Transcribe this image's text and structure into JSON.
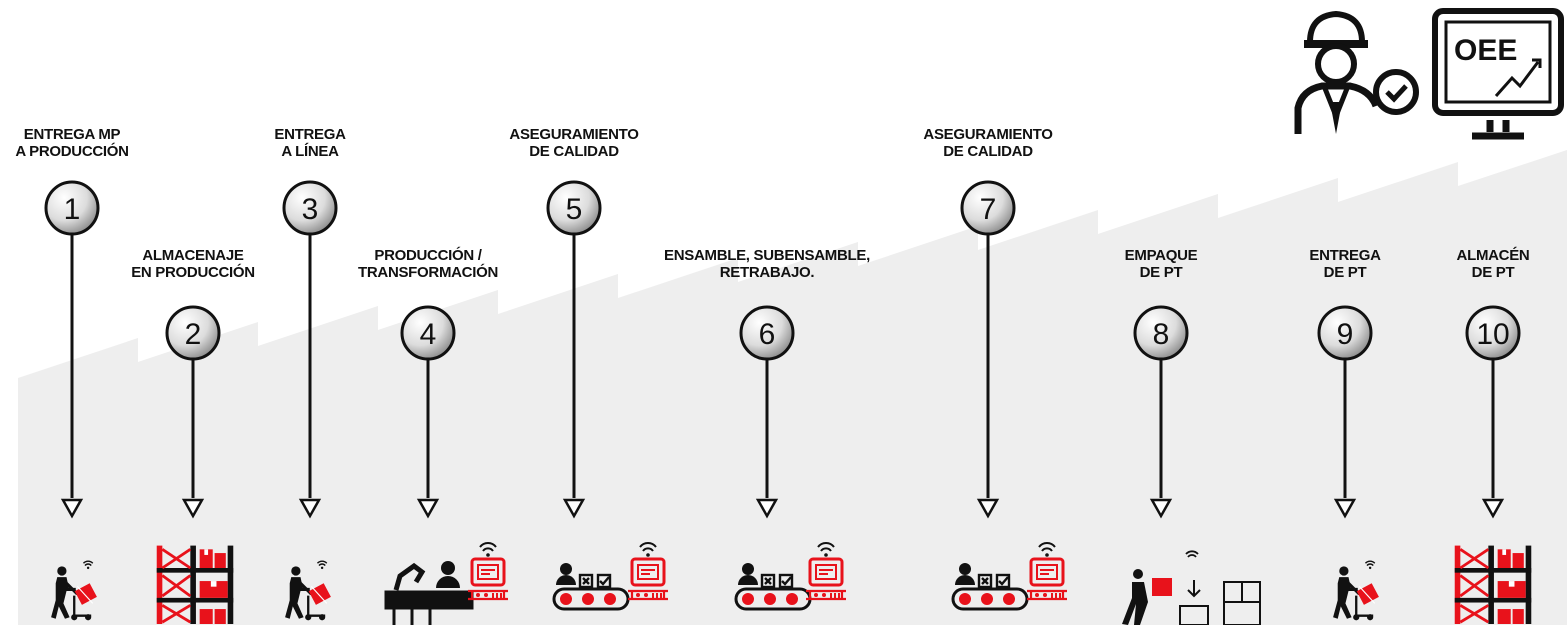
{
  "diagram": {
    "steps": [
      {
        "number": "1",
        "label": [
          "ENTREGA MP",
          "A PRODUCCIÓN"
        ],
        "icon": "forklift-worker-icon"
      },
      {
        "number": "2",
        "label": [
          "ALMACENAJE",
          "EN PRODUCCIÓN"
        ],
        "icon": "storage-rack-icon"
      },
      {
        "number": "3",
        "label": [
          "ENTREGA",
          "A LÍNEA"
        ],
        "icon": "forklift-worker-icon"
      },
      {
        "number": "4",
        "label": [
          "PRODUCCIÓN /",
          "TRANSFORMACIÓN"
        ],
        "icon": "robot-arm-production-icon"
      },
      {
        "number": "5",
        "label": [
          "ASEGURAMIENTO",
          "DE CALIDAD"
        ],
        "icon": "quality-conveyor-icon"
      },
      {
        "number": "6",
        "label": [
          "ENSAMBLE, SUBENSAMBLE,",
          "RETRABAJO."
        ],
        "icon": "assembly-conveyor-icon"
      },
      {
        "number": "7",
        "label": [
          "ASEGURAMIENTO",
          "DE CALIDAD"
        ],
        "icon": "quality-conveyor-icon"
      },
      {
        "number": "8",
        "label": [
          "EMPAQUE",
          "DE PT"
        ],
        "icon": "packing-boxes-icon"
      },
      {
        "number": "9",
        "label": [
          "ENTREGA",
          "DE PT"
        ],
        "icon": "forklift-worker-icon"
      },
      {
        "number": "10",
        "label": [
          "ALMACÉN",
          "DE PT"
        ],
        "icon": "storage-rack-icon"
      }
    ],
    "oee_monitor_text": "OEE",
    "colors": {
      "accent": "#e8121b",
      "line": "#111111",
      "factory_background": "#eeeeee",
      "circle_fill_light": "#fbfbfb",
      "circle_fill_dark": "#8e8e8e"
    },
    "header_icons": [
      "engineer-check-icon",
      "oee-monitor-icon"
    ]
  }
}
